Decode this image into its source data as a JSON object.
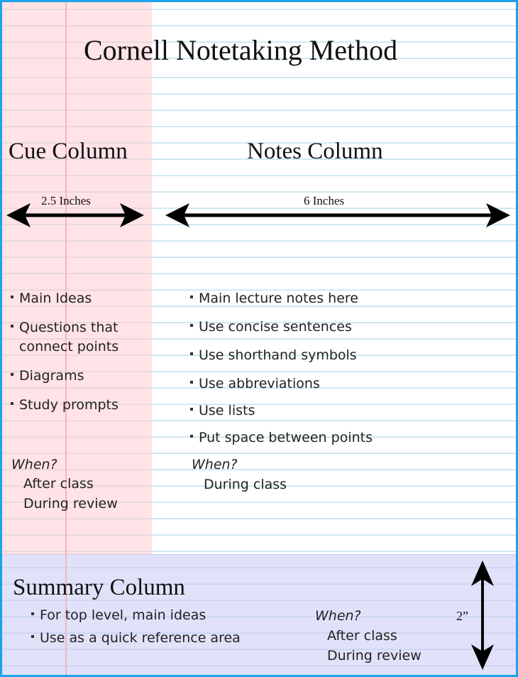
{
  "title": "Cornell Notetaking Method",
  "cue": {
    "heading": "Cue Column",
    "width_label": "2.5 Inches",
    "items": [
      "Main Ideas",
      "Questions that connect points",
      "Diagrams",
      "Study prompts"
    ],
    "when_label": "When?",
    "when_items": [
      "After class",
      "During review"
    ]
  },
  "notes": {
    "heading": "Notes Column",
    "width_label": "6 Inches",
    "items": [
      "Main lecture notes here",
      "Use concise sentences",
      "Use shorthand symbols",
      "Use abbreviations",
      "Use lists",
      "Put space between points"
    ],
    "when_label": "When?",
    "when_items": [
      "During class"
    ]
  },
  "summary": {
    "heading": "Summary Column",
    "height_label": "2”",
    "items": [
      "For top level, main ideas",
      "Use as a quick reference area"
    ],
    "when_label": "When?",
    "when_items": [
      "After class",
      "During review"
    ]
  }
}
